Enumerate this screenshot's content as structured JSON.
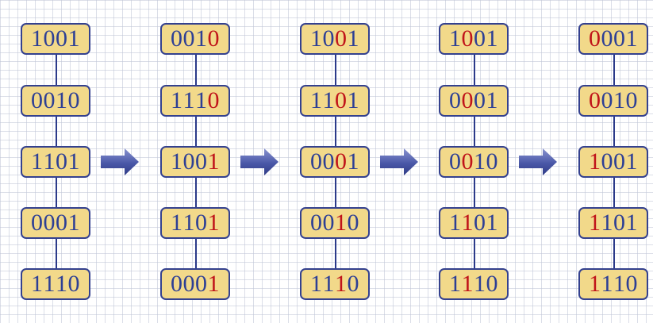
{
  "colors": {
    "node_fill": "#f2d98a",
    "node_border": "#34418f",
    "text": "#2d3f95",
    "highlight": "#c0141a",
    "arrow": "#4a58a8"
  },
  "columns": [
    {
      "nodes": [
        {
          "bits": "1001",
          "hl": []
        },
        {
          "bits": "0010",
          "hl": []
        },
        {
          "bits": "1101",
          "hl": []
        },
        {
          "bits": "0001",
          "hl": []
        },
        {
          "bits": "1110",
          "hl": []
        }
      ]
    },
    {
      "nodes": [
        {
          "bits": "0010",
          "hl": [
            3
          ]
        },
        {
          "bits": "1110",
          "hl": [
            3
          ]
        },
        {
          "bits": "1001",
          "hl": [
            3
          ]
        },
        {
          "bits": "1101",
          "hl": [
            3
          ]
        },
        {
          "bits": "0001",
          "hl": [
            3
          ]
        }
      ]
    },
    {
      "nodes": [
        {
          "bits": "1001",
          "hl": [
            2
          ]
        },
        {
          "bits": "1101",
          "hl": [
            2
          ]
        },
        {
          "bits": "0001",
          "hl": [
            2
          ]
        },
        {
          "bits": "0010",
          "hl": [
            2
          ]
        },
        {
          "bits": "1110",
          "hl": [
            2
          ]
        }
      ]
    },
    {
      "nodes": [
        {
          "bits": "1001",
          "hl": [
            1
          ]
        },
        {
          "bits": "0001",
          "hl": [
            1
          ]
        },
        {
          "bits": "0010",
          "hl": [
            1
          ]
        },
        {
          "bits": "1101",
          "hl": [
            1
          ]
        },
        {
          "bits": "1110",
          "hl": [
            1
          ]
        }
      ]
    },
    {
      "nodes": [
        {
          "bits": "0001",
          "hl": [
            0
          ]
        },
        {
          "bits": "0010",
          "hl": [
            0
          ]
        },
        {
          "bits": "1001",
          "hl": [
            0
          ]
        },
        {
          "bits": "1101",
          "hl": [
            0
          ]
        },
        {
          "bits": "1110",
          "hl": [
            0
          ]
        }
      ]
    }
  ]
}
